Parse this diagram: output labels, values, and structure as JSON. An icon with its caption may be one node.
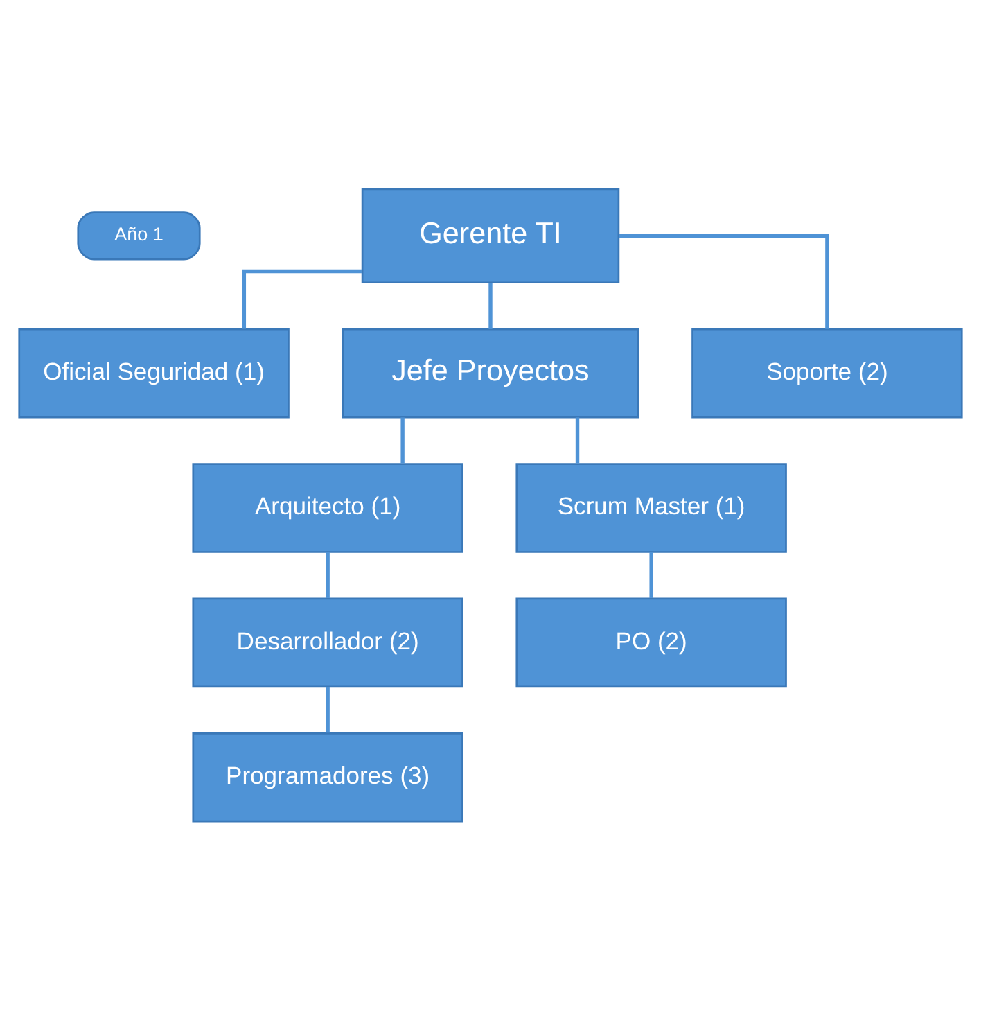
{
  "diagram": {
    "nodes": [
      {
        "text": [
          "Año 1"
        ]
      },
      {
        "text": [
          "Gerente TI"
        ]
      },
      {
        "text": [
          "Oficial Seguridad (1)"
        ]
      },
      {
        "text": [
          "Jefe Proyectos"
        ]
      },
      {
        "text": [
          "Arquitecto (1)"
        ]
      },
      {
        "text": [
          "Scrum Master (1)"
        ]
      },
      {
        "text": [
          "Soporte (2)"
        ]
      },
      {
        "text": [
          "Desarrollador (2)"
        ]
      },
      {
        "text": [
          "PO (2)"
        ]
      },
      {
        "text": [
          "Programadores (3)"
        ]
      }
    ],
    "edges": [
      {
        "from": 1,
        "to": 2,
        "arrow": "none"
      },
      {
        "from": 1,
        "to": 3,
        "arrow": "none"
      },
      {
        "from": 1,
        "to": 6,
        "arrow": "none"
      },
      {
        "from": 3,
        "to": 4,
        "arrow": "none"
      },
      {
        "from": 3,
        "to": 5,
        "arrow": "none"
      },
      {
        "from": 4,
        "to": 7,
        "arrow": "none"
      },
      {
        "from": 5,
        "to": 8,
        "arrow": "none"
      },
      {
        "from": 7,
        "to": 9,
        "arrow": "none"
      }
    ]
  }
}
